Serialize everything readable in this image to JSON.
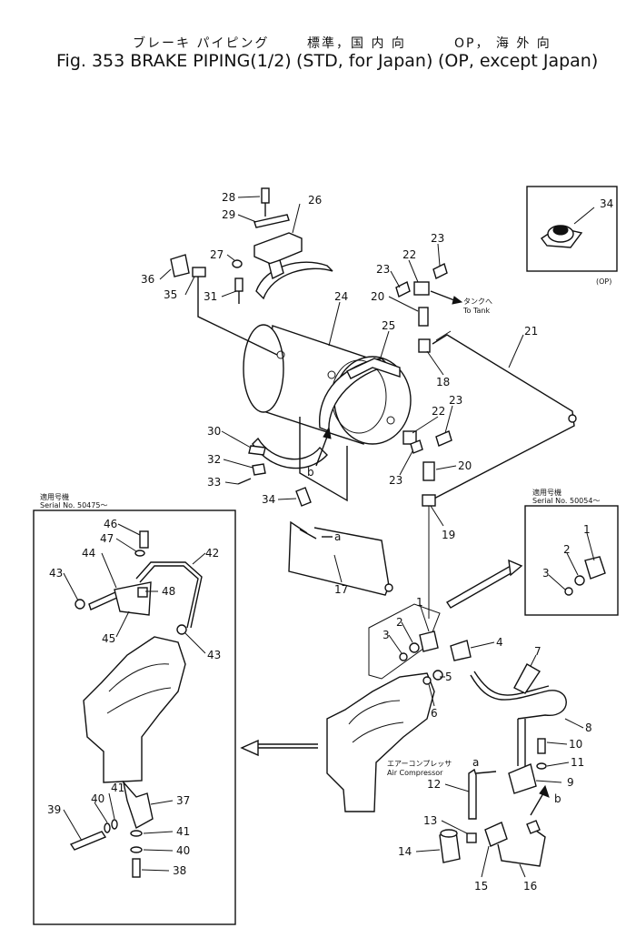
{
  "header": {
    "jp_title": "ブレーキ パイピング",
    "jp_std": "標準，国 内 向",
    "jp_op": "OP， 海 外 向",
    "fig_title": "Fig. 353 BRAKE PIPING(1/2)",
    "std_label": "(STD, for Japan)",
    "op_label": "(OP, except Japan)"
  },
  "inset_op": {
    "part": "34",
    "tag": "(OP)"
  },
  "left_inset": {
    "serial_jp": "適用号機",
    "serial": "Serial No. 50475～",
    "parts": [
      "46",
      "47",
      "44",
      "48",
      "42",
      "43",
      "45",
      "43",
      "37",
      "41",
      "41",
      "40",
      "39",
      "40",
      "38"
    ]
  },
  "right_inset": {
    "serial_jp": "適用号機",
    "serial": "Serial No. 50054～",
    "parts": [
      "1",
      "2",
      "3"
    ]
  },
  "annotations": {
    "to_tank_jp": "タンクへ",
    "to_tank": "To Tank",
    "air_comp_jp": "エアーコンプレッサ",
    "air_comp": "Air Compressor",
    "ref_a": "a",
    "ref_b": "b"
  },
  "callouts": [
    "28",
    "26",
    "29",
    "27",
    "36",
    "35",
    "31",
    "24",
    "22",
    "23",
    "23",
    "20",
    "25",
    "21",
    "18",
    "22",
    "23",
    "30",
    "32",
    "33",
    "34",
    "23",
    "20",
    "19",
    "17",
    "1",
    "2",
    "3",
    "4",
    "5",
    "6",
    "7",
    "8",
    "10",
    "11",
    "9",
    "12",
    "13",
    "14",
    "15",
    "16"
  ]
}
